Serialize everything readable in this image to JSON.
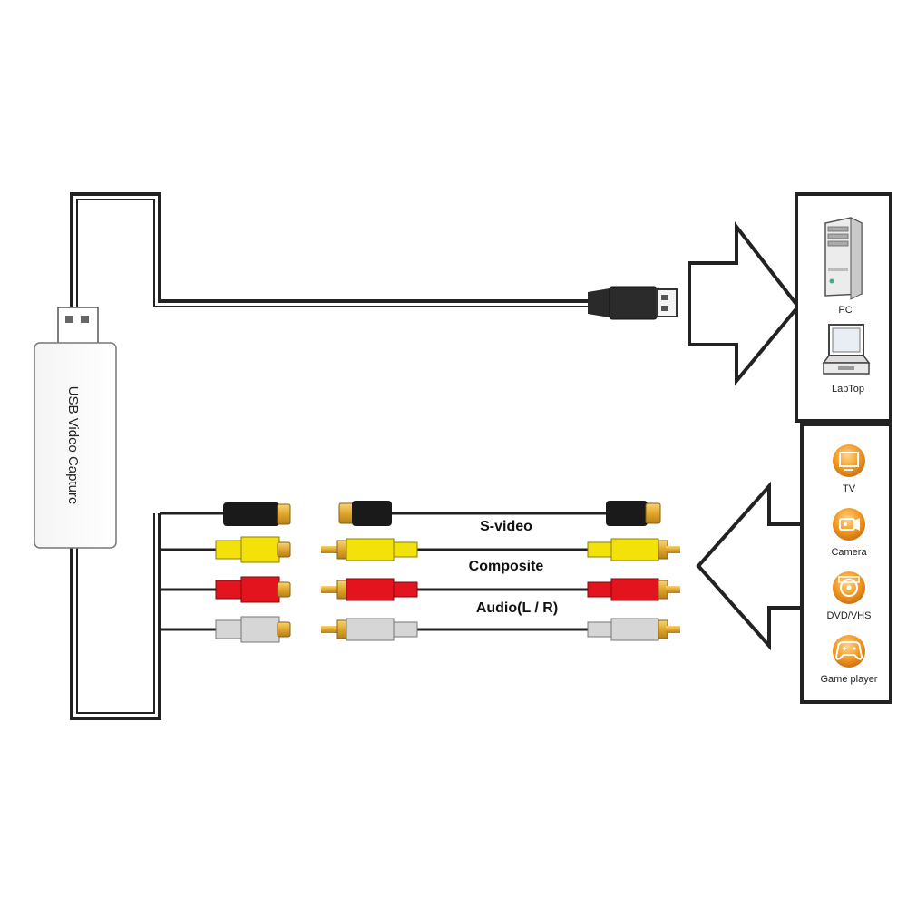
{
  "device": {
    "label": "USB Video Capture"
  },
  "cables": {
    "svideo_label": "S-video",
    "composite_label": "Composite",
    "audio_label": "Audio(L / R)"
  },
  "computers": [
    {
      "label": "PC",
      "icon": "desktop-tower-icon"
    },
    {
      "label": "LapTop",
      "icon": "laptop-icon"
    }
  ],
  "sources": [
    {
      "label": "TV",
      "icon": "tv-icon"
    },
    {
      "label": "Camera",
      "icon": "camera-icon"
    },
    {
      "label": "DVD/VHS",
      "icon": "dvd-icon"
    },
    {
      "label": "Game player",
      "icon": "gamepad-icon"
    }
  ],
  "colors": {
    "svideo": "#1a1a1a",
    "composite": "#f2e20a",
    "audio_right": "#e4141e",
    "audio_left": "#d6d6d6",
    "connector_gold": "#e6b42a",
    "source_icon": "#f0921e"
  }
}
